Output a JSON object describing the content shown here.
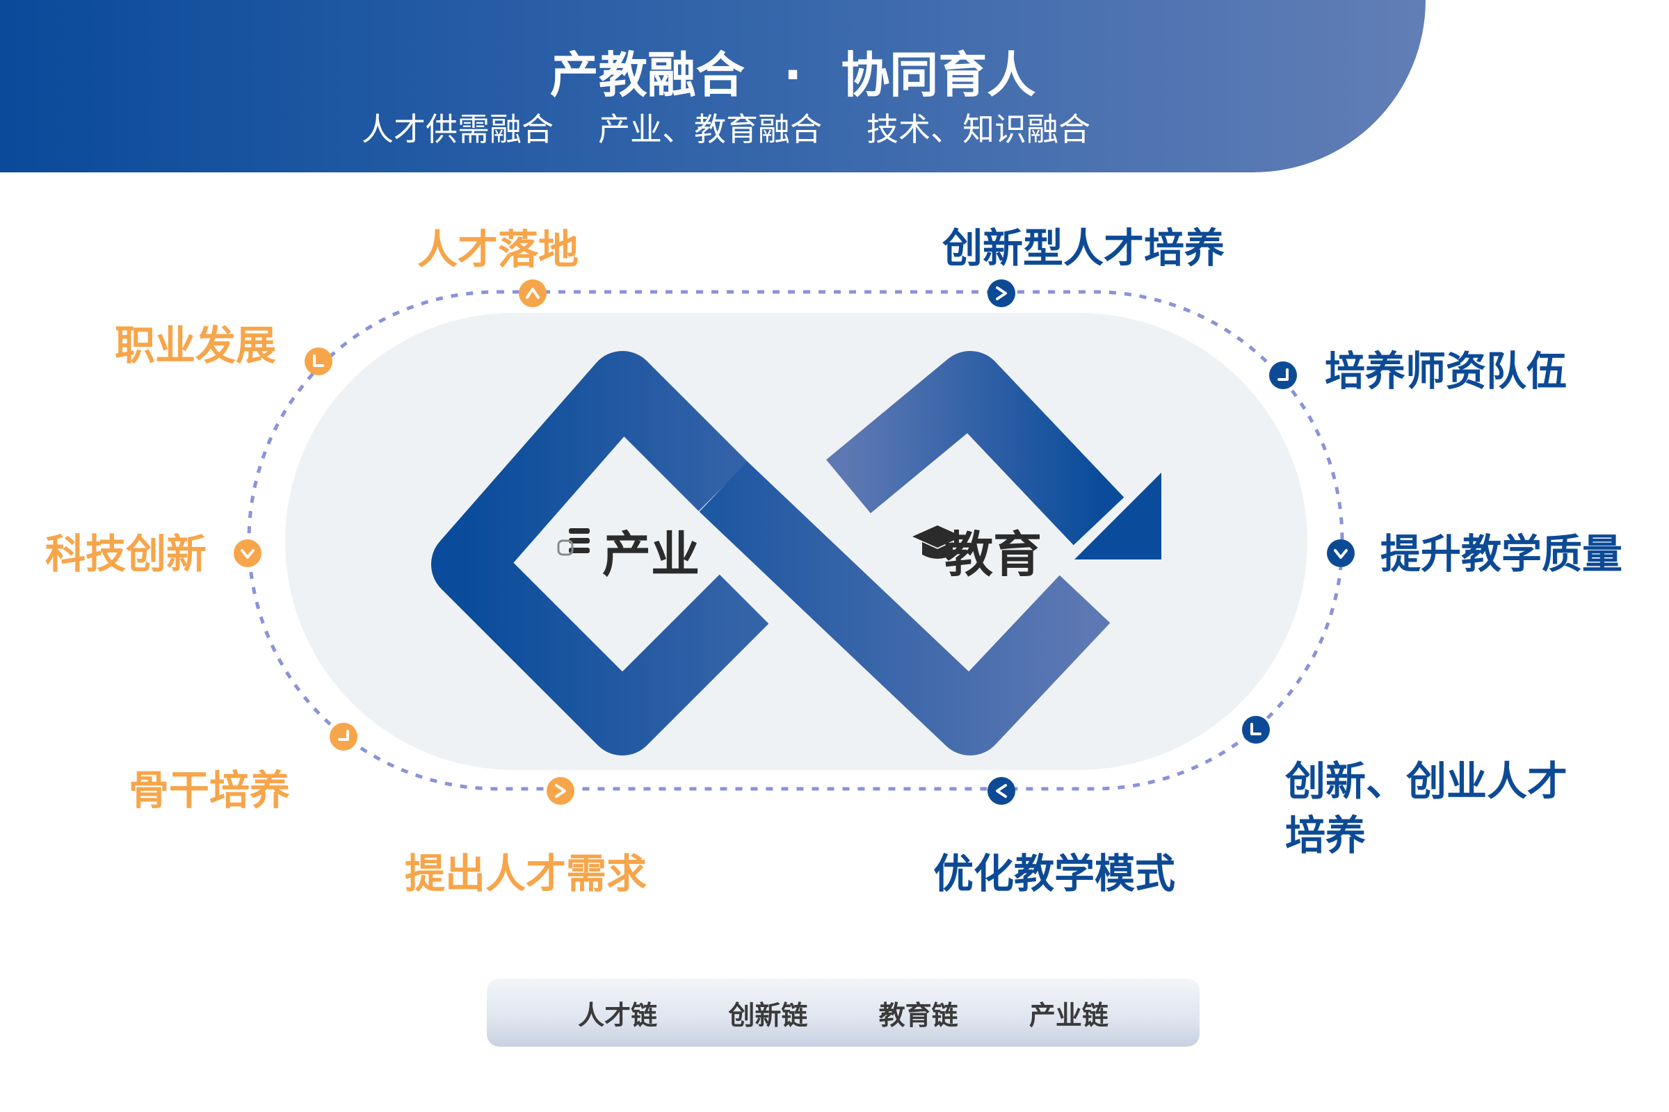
{
  "header": {
    "title_left": "产教融合",
    "title_sep": "·",
    "title_right": "协同育人",
    "subtitle_items": [
      "人才供需融合",
      "产业、教育融合",
      "技术、知识融合"
    ]
  },
  "center": {
    "industry": "产业",
    "education": "教育"
  },
  "industry_side": {
    "talent_landing": "人才落地",
    "career_development": "职业发展",
    "tech_innovation": "科技创新",
    "backbone_training": "骨干培养",
    "talent_demand": "提出人才需求"
  },
  "education_side": {
    "innovative_talent": "创新型人才培养",
    "teaching_staff": "培养师资队伍",
    "teaching_quality": "提升教学质量",
    "entrepreneurship_line1": "创新、创业人才",
    "entrepreneurship_line2": "培养",
    "teaching_mode": "优化教学模式"
  },
  "chains": [
    "人才链",
    "创新链",
    "教育链",
    "产业链"
  ],
  "colors": {
    "orange": "#f7a54a",
    "blue": "#0d4a96",
    "banner_start": "#0a4a9a",
    "banner_end": "#627eb6",
    "dotted_loop": "#8a93d8",
    "pill_background": "#eff2f5"
  },
  "icons": {
    "industry": "factory-stack-icon",
    "education": "graduation-cap-icon"
  }
}
